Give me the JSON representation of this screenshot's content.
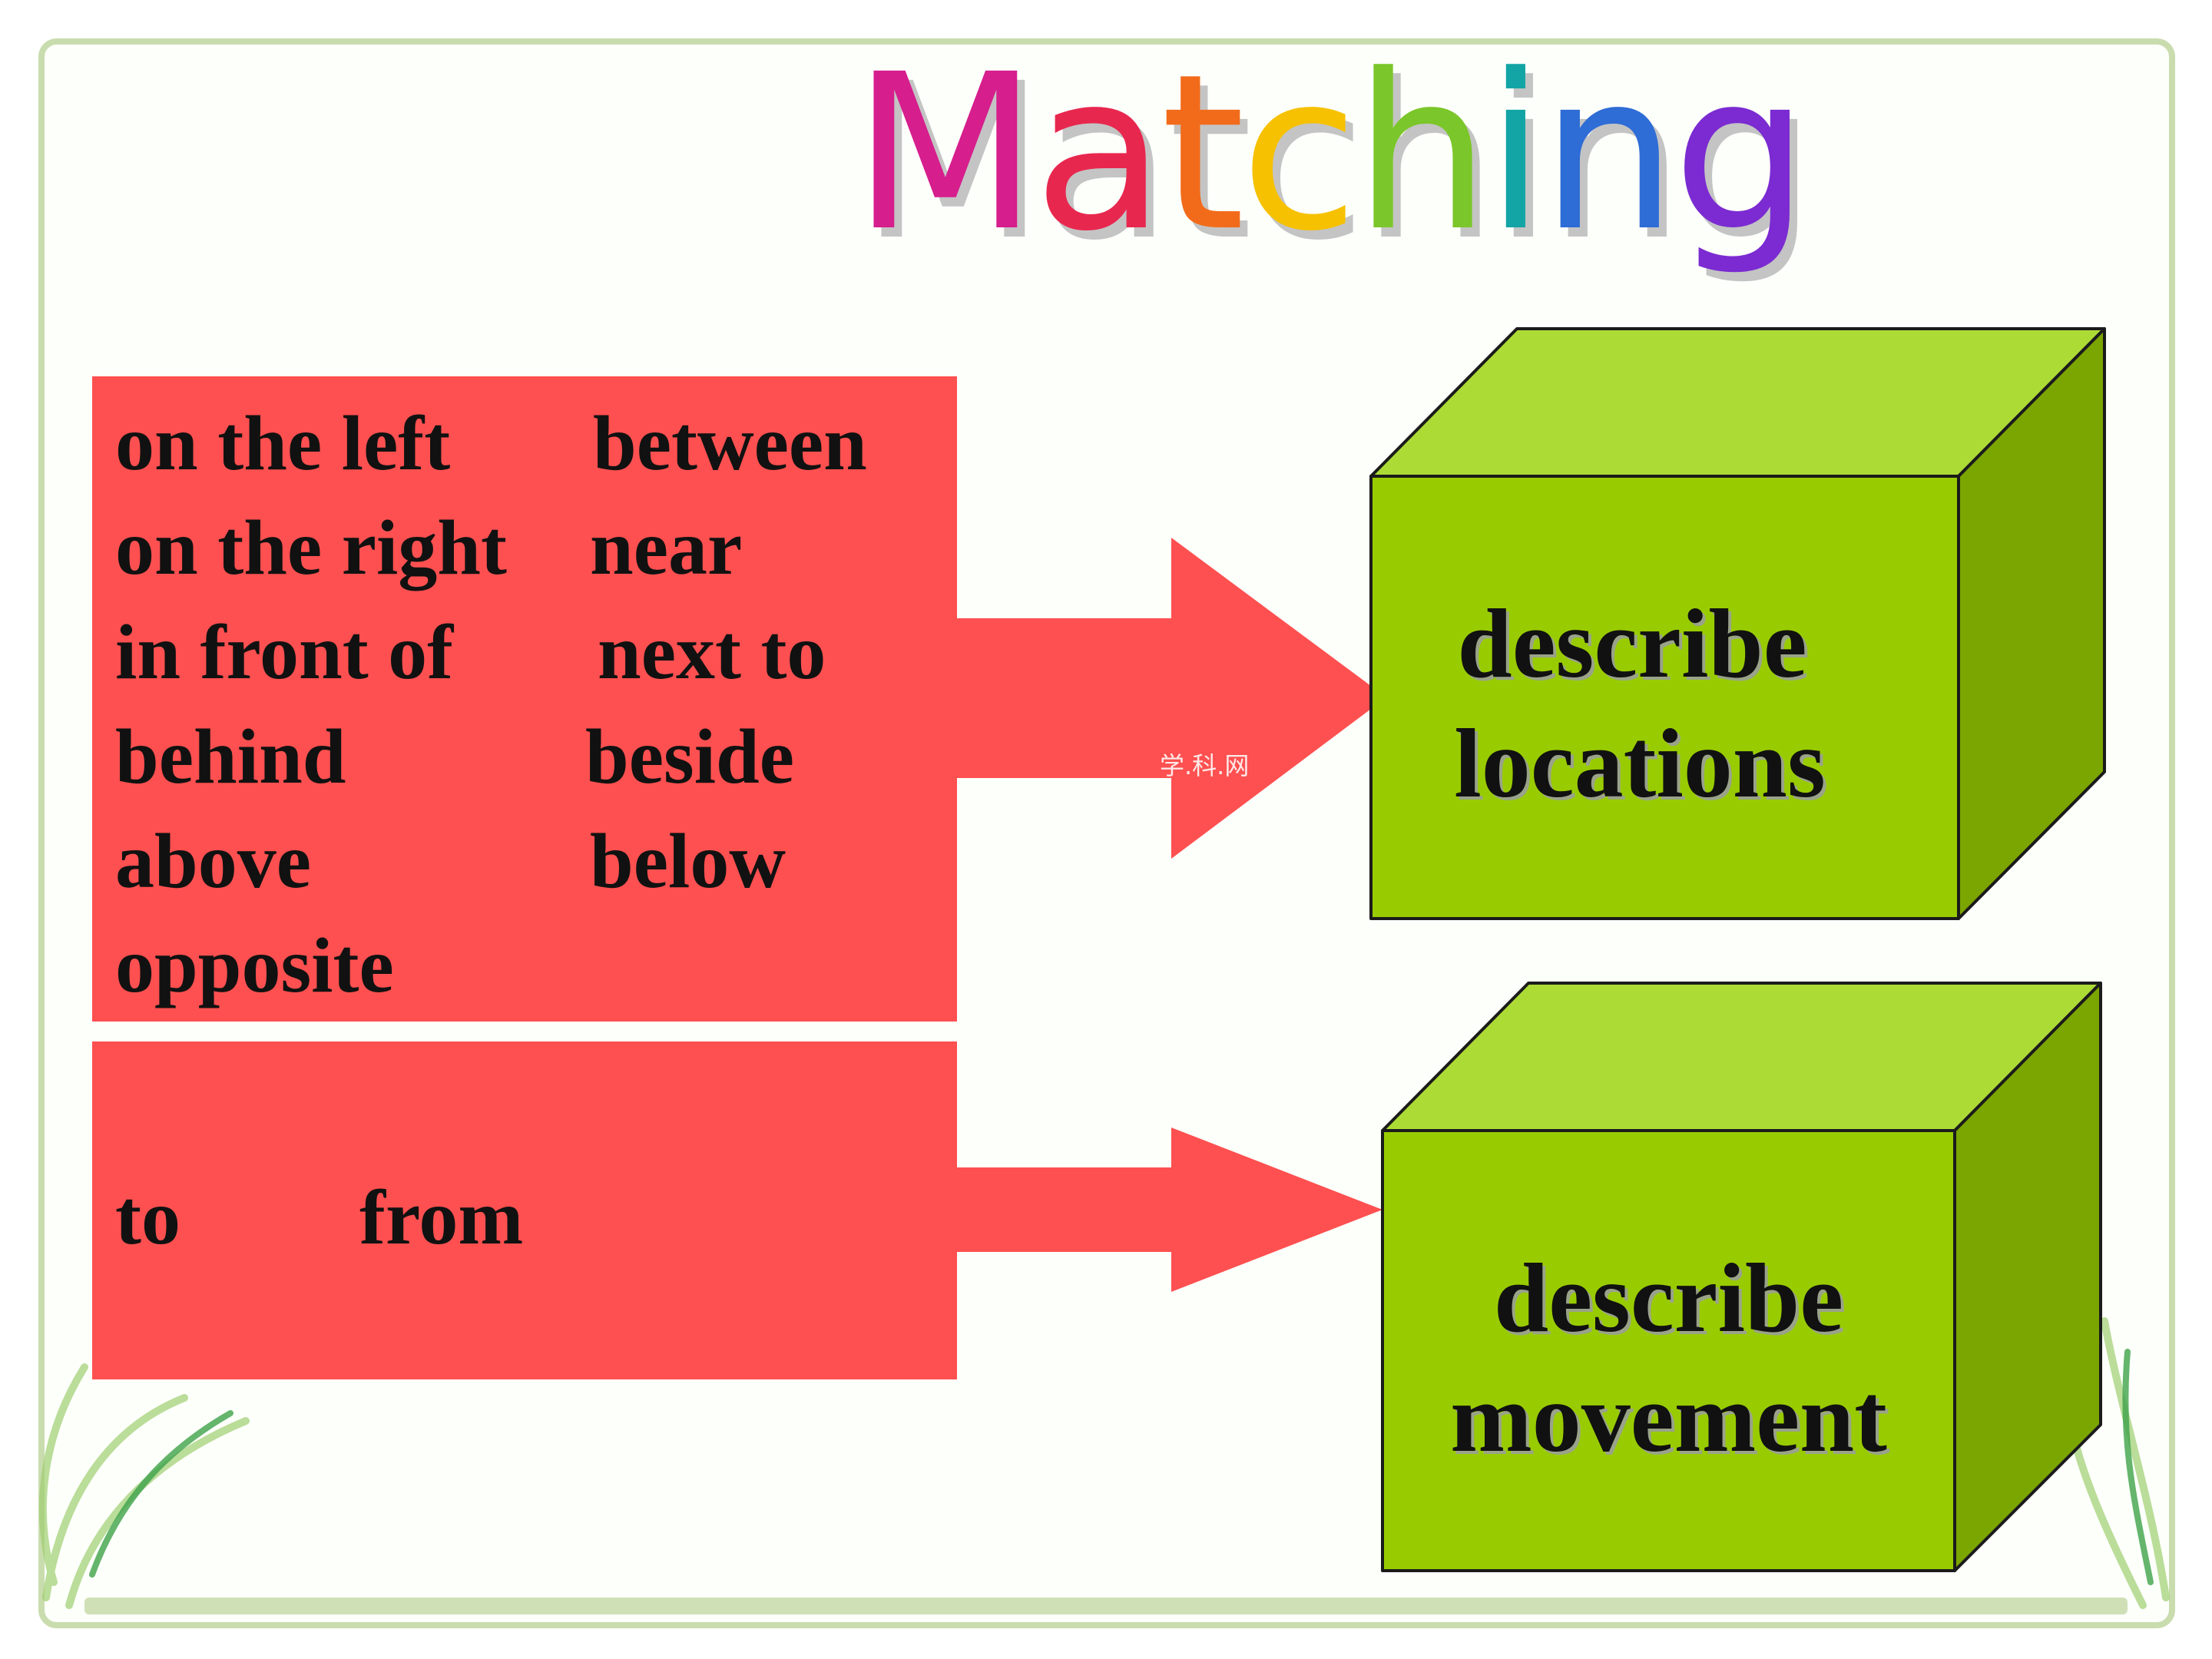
{
  "title": {
    "text": "Matching",
    "letter_colors": [
      "#d61e8d",
      "#e8274f",
      "#f26b1a",
      "#f6c100",
      "#7bc62a",
      "#13a4a5",
      "#2e6cd6",
      "#7b2bd1"
    ]
  },
  "locations": {
    "words": [
      "on the left",
      "between",
      "on the right",
      "near",
      "in front of",
      "next to",
      "behind",
      "beside",
      "above",
      "below",
      "opposite"
    ],
    "box_label_line1": "describe",
    "box_label_line2": "locations"
  },
  "movement": {
    "words": [
      "to",
      "from"
    ],
    "box_label_line1": "describe",
    "box_label_line2": "movement"
  },
  "watermark": "学.科.网",
  "colors": {
    "red": "#fe5050",
    "cube_front": "#99cc00",
    "cube_top": "#addb35",
    "cube_side": "#7ba500"
  }
}
